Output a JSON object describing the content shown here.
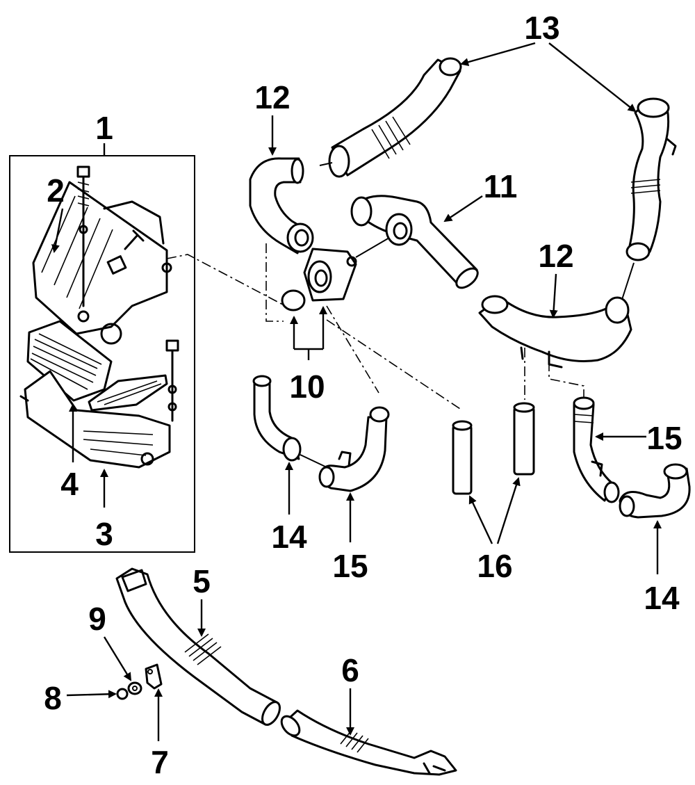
{
  "callouts": {
    "c1": "1",
    "c2": "2",
    "c3": "3",
    "c4": "4",
    "c5": "5",
    "c6": "6",
    "c7": "7",
    "c8": "8",
    "c9": "9",
    "c10": "10",
    "c11": "11",
    "c12a": "12",
    "c12b": "12",
    "c13": "13",
    "c14a": "14",
    "c14b": "14",
    "c15a": "15",
    "c15b": "15",
    "c16": "16"
  }
}
